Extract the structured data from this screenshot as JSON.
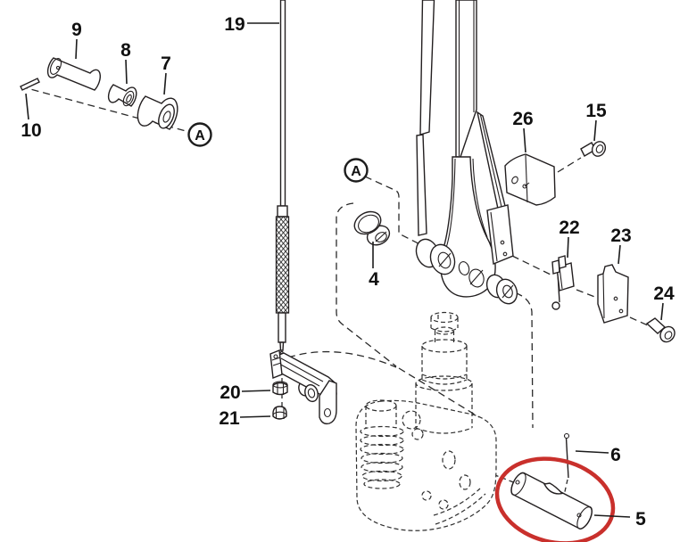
{
  "diagram": {
    "type": "exploded-parts-diagram",
    "background_color": "#ffffff",
    "line_color": "#231f20",
    "highlight": {
      "part_number": "5",
      "shape": "ellipse",
      "color": "#c9302c"
    },
    "view_marker": {
      "label": "A"
    },
    "part_numbers": {
      "n4": "4",
      "n5": "5",
      "n6": "6",
      "n7": "7",
      "n8": "8",
      "n9": "9",
      "n10": "10",
      "n15": "15",
      "n19": "19",
      "n20": "20",
      "n21": "21",
      "n22": "22",
      "n23": "23",
      "n24": "24",
      "n26": "26"
    }
  }
}
